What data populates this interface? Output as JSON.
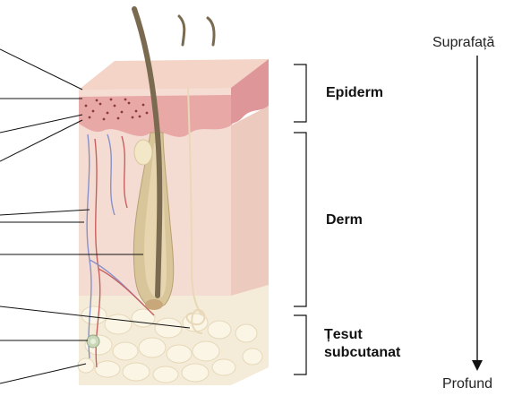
{
  "layers": {
    "epiderm": "Epiderm",
    "derm": "Derm",
    "subcutanat_line1": "Țesut",
    "subcutanat_line2": "subcutanat"
  },
  "depth_axis": {
    "top": "Suprafață",
    "bottom": "Profund"
  },
  "colors": {
    "epidermis": "#f2c8c0",
    "epidermis_dark": "#d98a8c",
    "dermis": "#f5dcd2",
    "subcutaneous": "#f4ecd8",
    "hair": "#7a6a50",
    "follicle": "#d9c59a",
    "vein": "#8890c8",
    "artery": "#c86060",
    "line": "#111111"
  }
}
